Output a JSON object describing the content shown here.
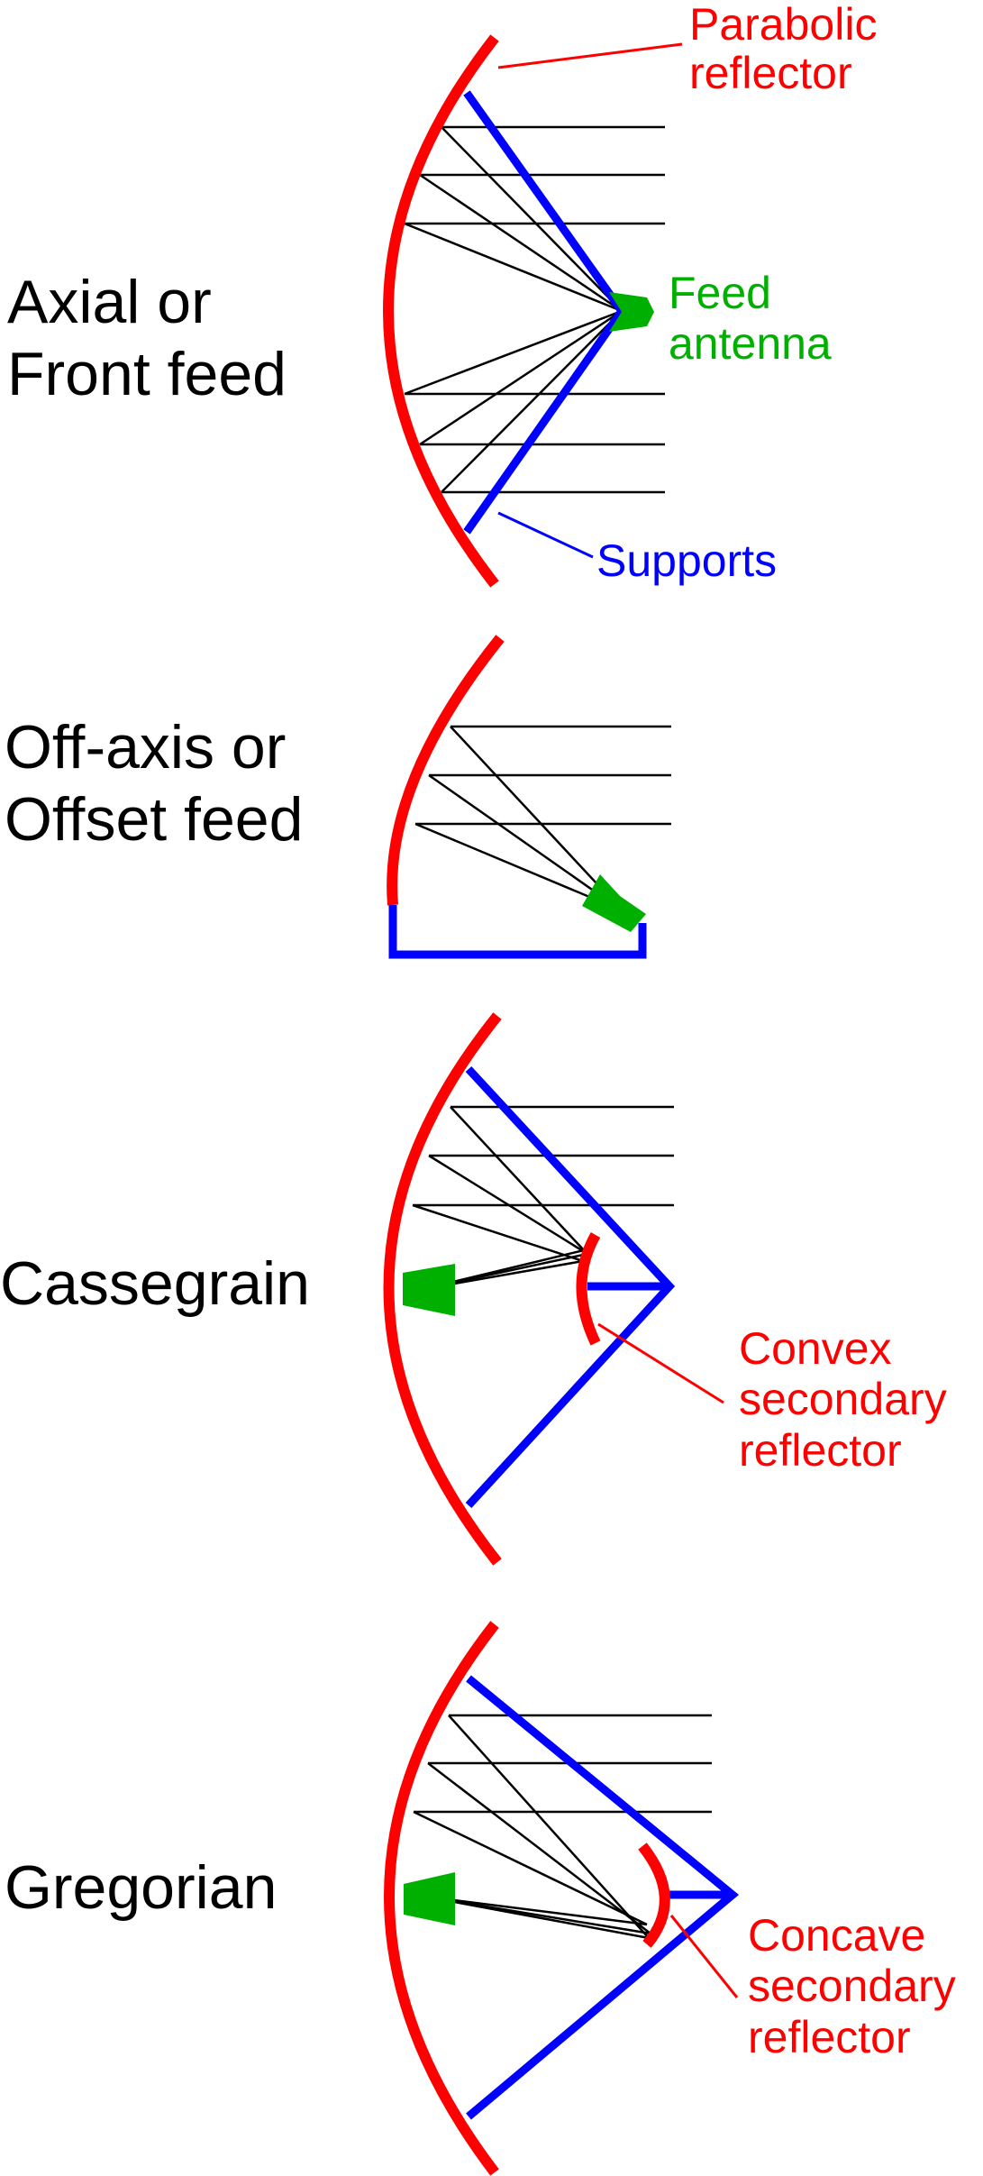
{
  "colors": {
    "reflector": "#ff0000",
    "support": "#0000ff",
    "feed": "#00b000",
    "ray": "#000000",
    "text": "#000000"
  },
  "panels": {
    "axial": {
      "title_line1": "Axial or",
      "title_line2": "Front feed",
      "reflector_label_line1": "Parabolic",
      "reflector_label_line2": "reflector",
      "feed_label_line1": "Feed",
      "feed_label_line2": "antenna",
      "supports_label": "Supports"
    },
    "offset": {
      "title_line1": "Off-axis or",
      "title_line2": "Offset feed"
    },
    "cassegrain": {
      "title": "Cassegrain",
      "secondary_label_line1": "Convex",
      "secondary_label_line2": "secondary",
      "secondary_label_line3": "reflector"
    },
    "gregorian": {
      "title": "Gregorian",
      "secondary_label_line1": "Concave",
      "secondary_label_line2": "secondary",
      "secondary_label_line3": "reflector"
    }
  }
}
